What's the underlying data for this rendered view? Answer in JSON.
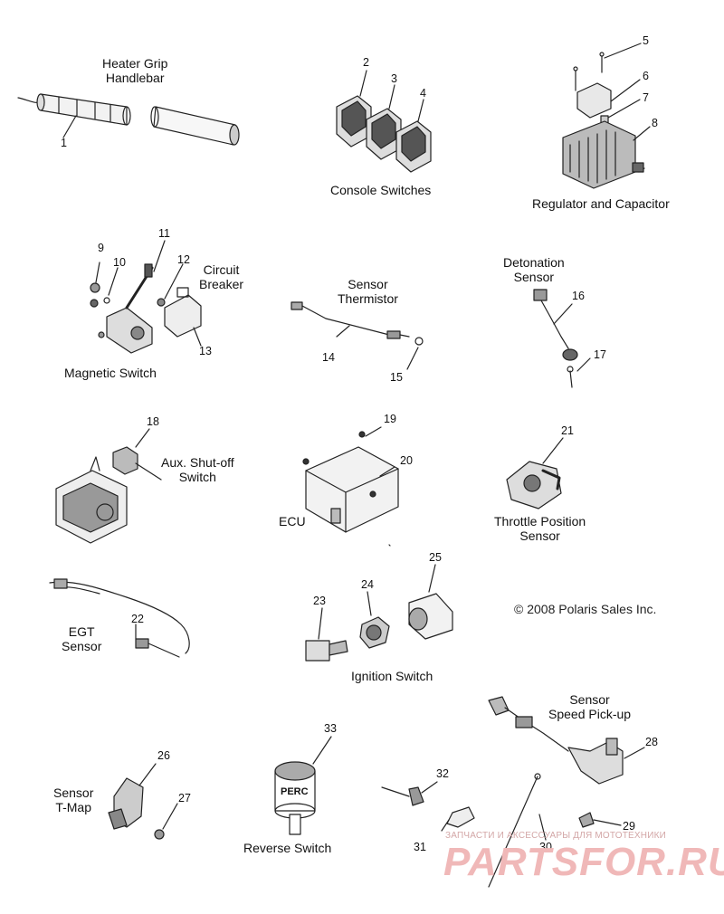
{
  "groups": {
    "heater_grip": "Heater Grip\nHandlebar",
    "console_switches": "Console Switches",
    "regulator": "Regulator and Capacitor",
    "circuit_breaker": "Circuit\nBreaker",
    "magnetic_switch": "Magnetic Switch",
    "sensor_thermistor": "Sensor\nThermistor",
    "detonation_sensor": "Detonation\nSensor",
    "aux_shutoff": "Aux. Shut-off\nSwitch",
    "ecu": "ECU",
    "throttle_position": "Throttle Position\nSensor",
    "egt_sensor": "EGT\nSensor",
    "ignition_switch": "Ignition Switch",
    "speed_pickup": "Sensor\nSpeed Pick-up",
    "tmap": "Sensor\nT-Map",
    "reverse_switch": "Reverse Switch"
  },
  "part_numbers": [
    "1",
    "2",
    "3",
    "4",
    "5",
    "6",
    "7",
    "8",
    "9",
    "10",
    "11",
    "12",
    "13",
    "14",
    "15",
    "16",
    "17",
    "18",
    "19",
    "20",
    "21",
    "22",
    "23",
    "24",
    "25",
    "26",
    "27",
    "28",
    "29",
    "30",
    "31",
    "32",
    "33"
  ],
  "perc_label": "PERC",
  "copyright": "© 2008 Polaris Sales Inc.",
  "watermark": {
    "caption": "ЗАПЧАСТИ И АКСЕССУАРЫ ДЛЯ МОТОТЕХНИКИ",
    "brand": "PARTSFOR.RU"
  }
}
